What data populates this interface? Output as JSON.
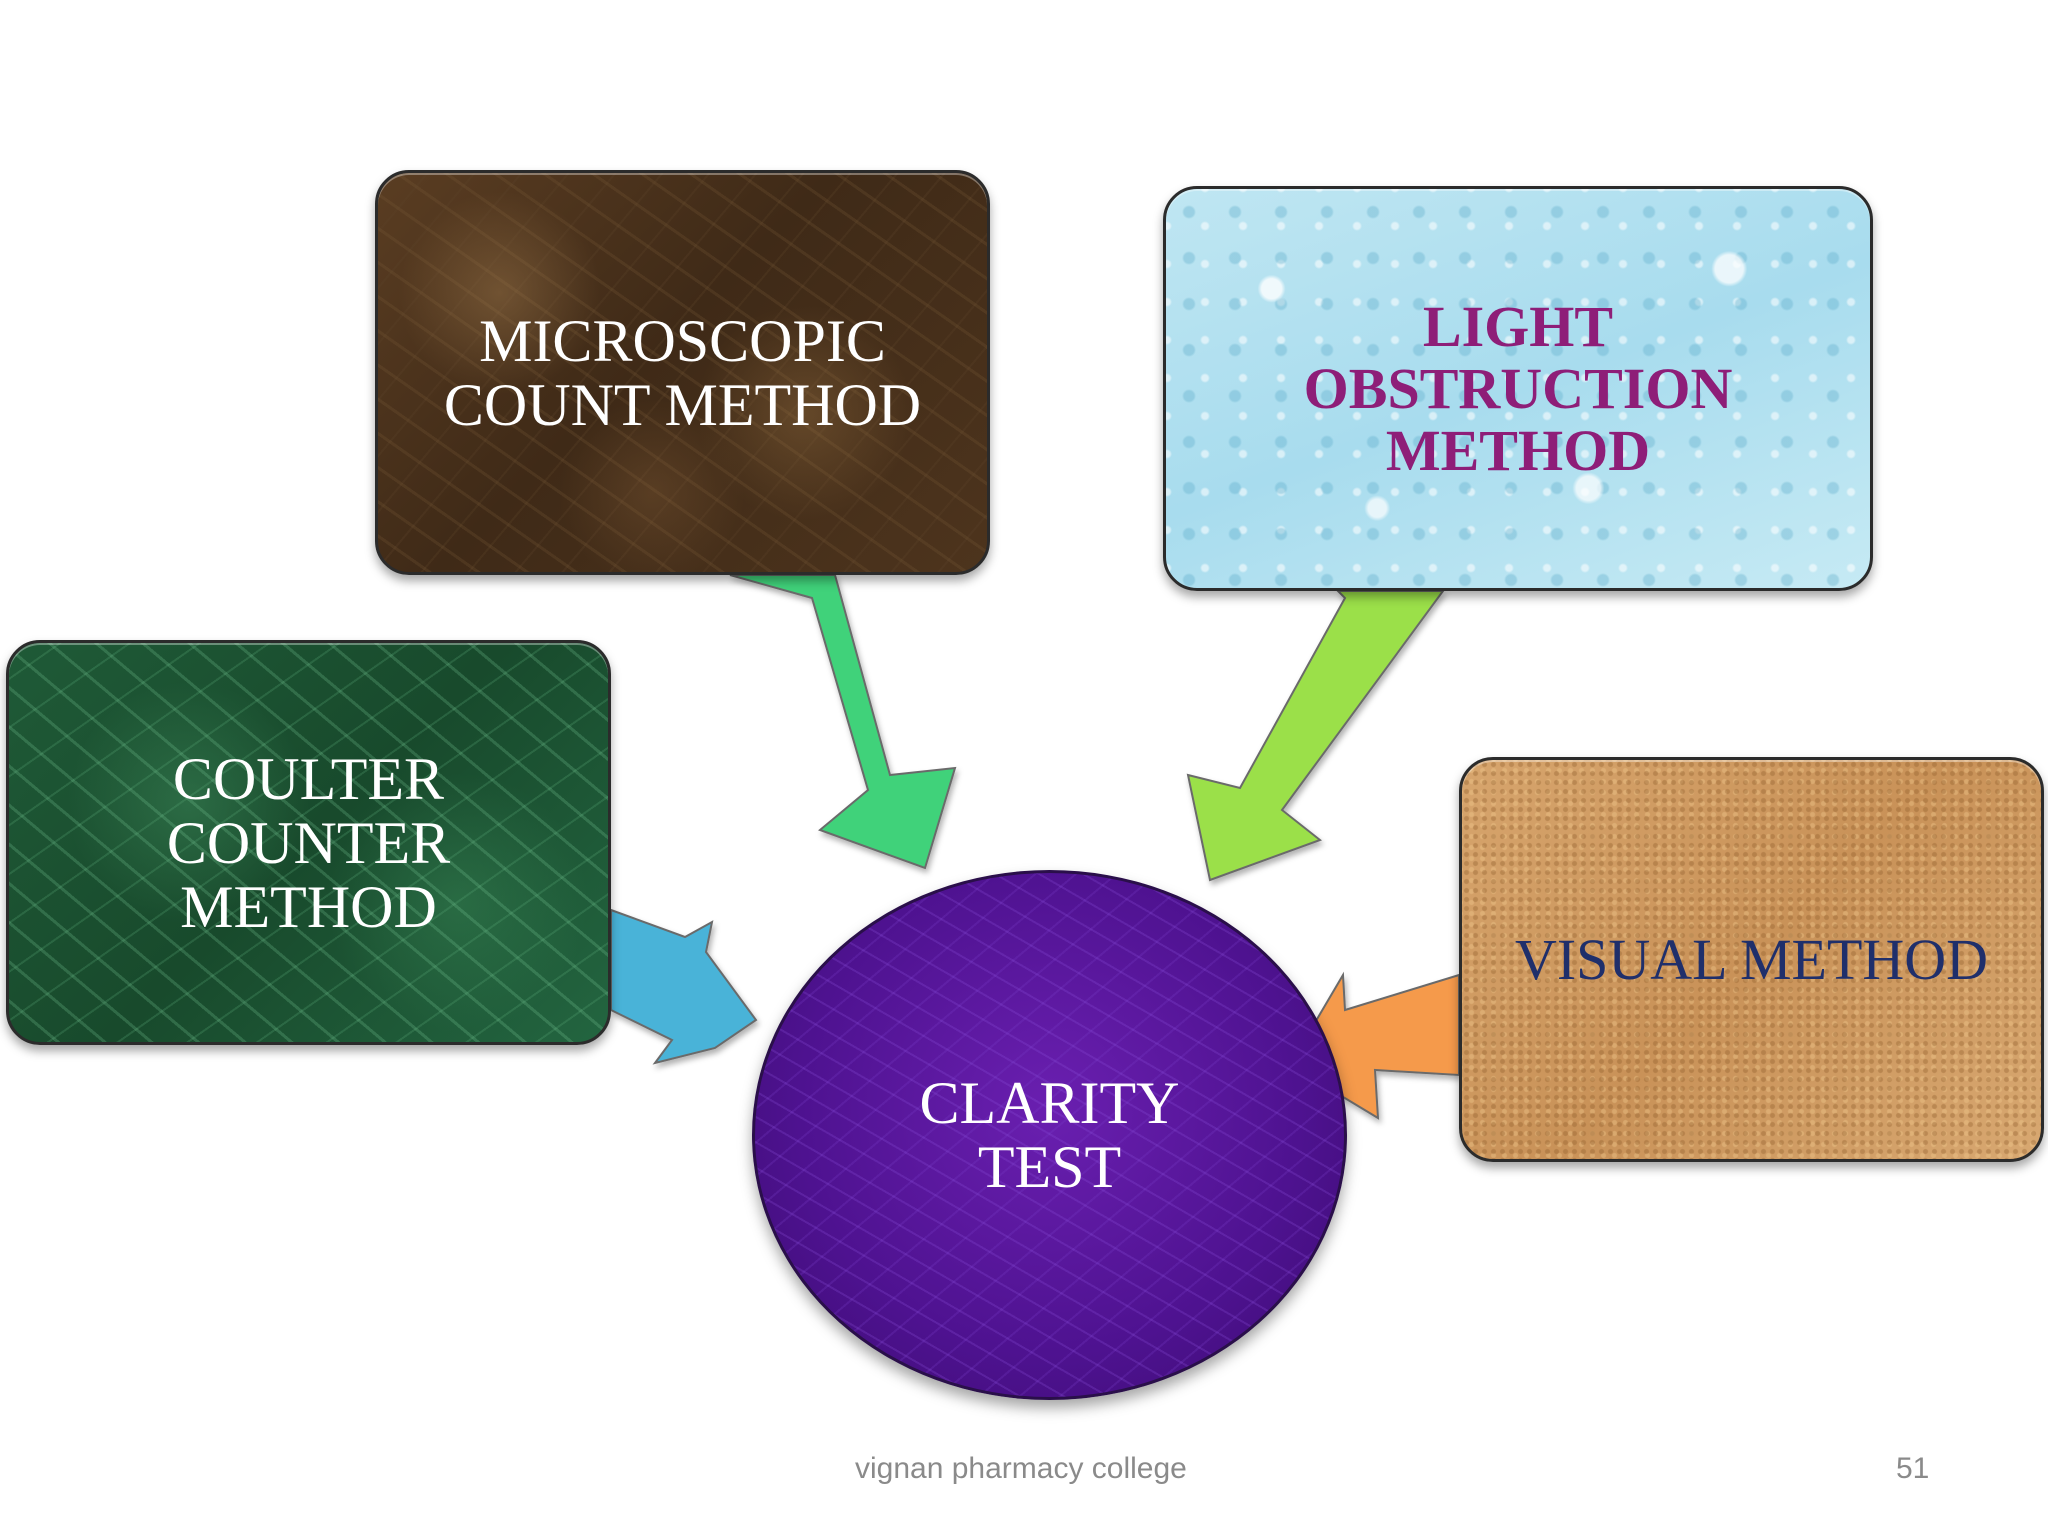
{
  "diagram": {
    "center": {
      "label": "CLARITY\nTEST",
      "color": "#4e1290"
    },
    "methods": [
      {
        "id": "microscopic",
        "label": "MICROSCOPIC\nCOUNT METHOD",
        "text_color": "#ffffff",
        "arrow_color": "#3fd27a"
      },
      {
        "id": "light",
        "label": "LIGHT\nOBSTRUCTION\nMETHOD",
        "text_color": "#8e1e78",
        "arrow_color": "#9be04a"
      },
      {
        "id": "coulter",
        "label": "COULTER\nCOUNTER\nMETHOD",
        "text_color": "#ffffff",
        "arrow_color": "#4ab3d8"
      },
      {
        "id": "visual",
        "label": "VISUAL METHOD",
        "text_color": "#1f2f6b",
        "arrow_color": "#f59a4c"
      }
    ]
  },
  "footer": {
    "college": "vignan pharmacy college",
    "page_number": "51"
  }
}
